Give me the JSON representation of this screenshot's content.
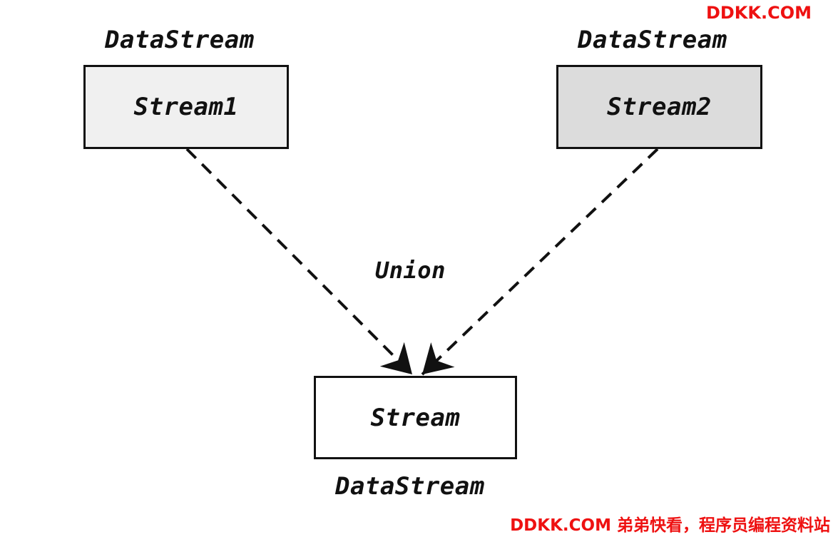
{
  "watermark": {
    "top_text": "DDKK.COM",
    "bottom_text": "DDKK.COM 弟弟快看，程序员编程资料站",
    "color": "#ee1111"
  },
  "diagram": {
    "operation_label": "Union",
    "source_left": {
      "type_label": "DataStream",
      "name": "Stream1",
      "fill": "#f0f0f0"
    },
    "source_right": {
      "type_label": "DataStream",
      "name": "Stream2",
      "fill": "#dcdcdc"
    },
    "result": {
      "type_label": "DataStream",
      "name": "Stream",
      "fill": "#ffffff"
    },
    "edges": [
      {
        "from": "Stream1",
        "to": "Stream",
        "style": "dashed-arrow"
      },
      {
        "from": "Stream2",
        "to": "Stream",
        "style": "dashed-arrow"
      }
    ]
  }
}
